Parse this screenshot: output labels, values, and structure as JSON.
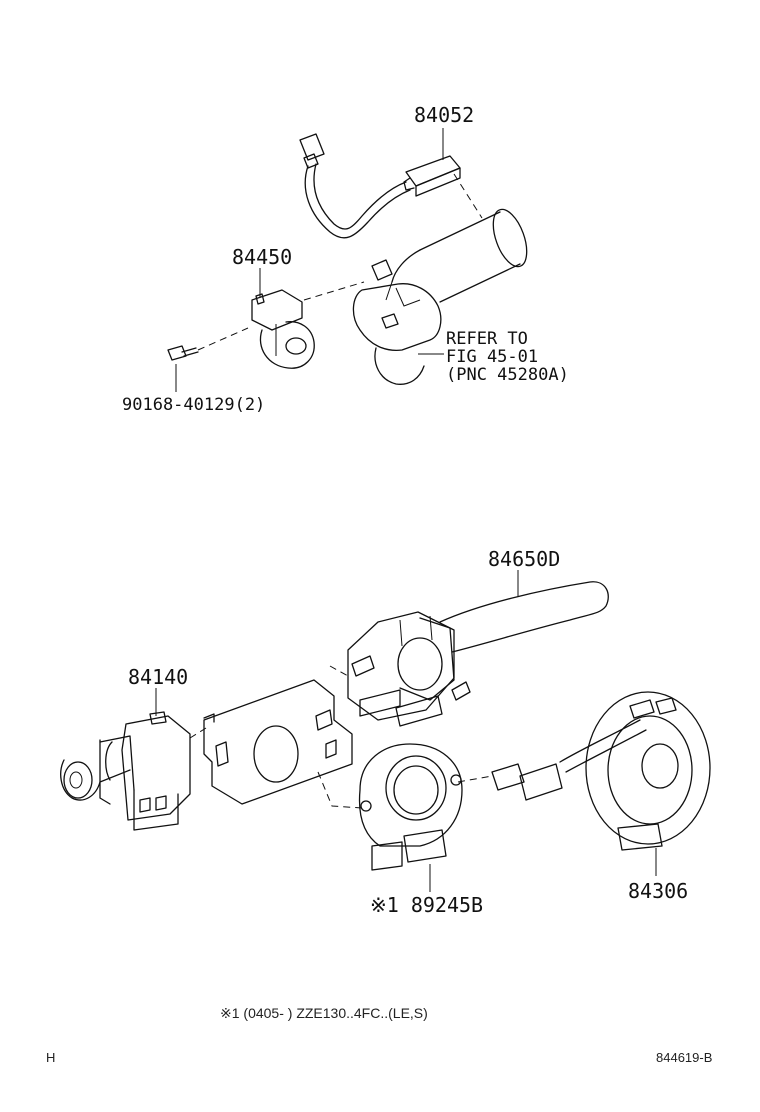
{
  "callouts": {
    "p84052": "84052",
    "p84450": "84450",
    "p90168": "90168-40129(2)",
    "refer_line1": "REFER TO",
    "refer_line2": "FIG 45-01",
    "refer_line3": "(PNC 45280A)",
    "p84650d": "84650D",
    "p84140": "84140",
    "p89245b": "※1 89245B",
    "p84306": "84306"
  },
  "note": "※1 (0405- ) ZZE130..4FC..(LE,S)",
  "footer": {
    "left": "H",
    "right": "844619-B"
  }
}
